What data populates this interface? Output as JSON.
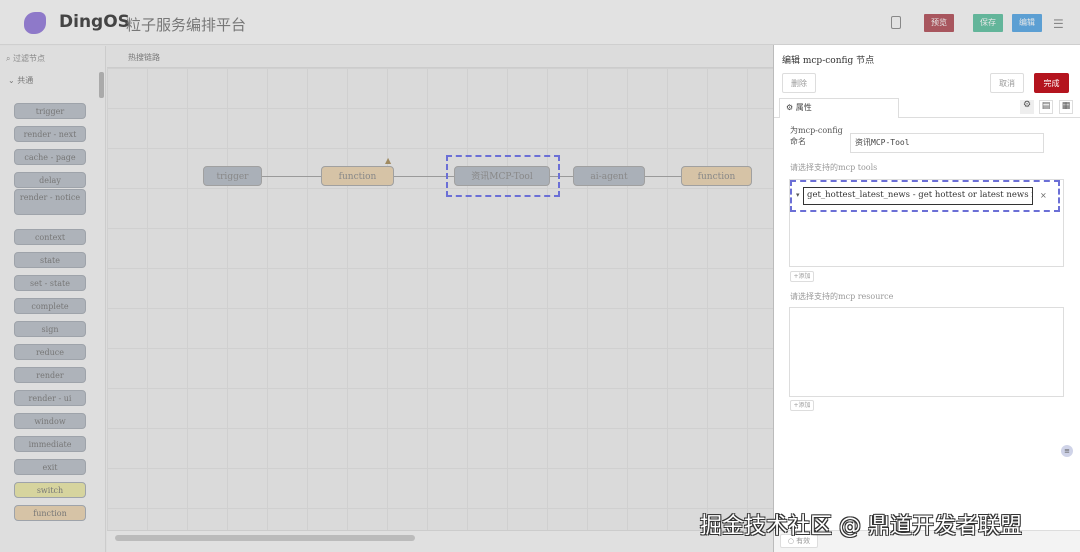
{
  "header": {
    "brand": "DingOS",
    "subtitle": "粒子服务编排平台",
    "buttons": [
      {
        "label": "预览",
        "color": "#a8565e"
      },
      {
        "label": "保存",
        "color": "#63b59a"
      },
      {
        "label": "编辑",
        "color": "#5c9fd3"
      }
    ]
  },
  "palette": {
    "filter_placeholder": "过滤节点",
    "category": "共通",
    "nodes": [
      "trigger",
      "render - next",
      "cache - page",
      "delay",
      "render - notice",
      "context",
      "state",
      "set - state",
      "complete",
      "sign",
      "reduce",
      "render",
      "render - ui",
      "window",
      "immediate",
      "exit",
      "switch",
      "function"
    ]
  },
  "canvas": {
    "tab": "热搜链路",
    "nodes": [
      "trigger",
      "function",
      "资讯MCP-Tool",
      "ai-agent",
      "function"
    ]
  },
  "panel": {
    "title": "编辑 mcp-config 节点",
    "delete": "删除",
    "cancel": "取消",
    "done": "完成",
    "tab": "属性",
    "name_label": "为mcp-config 命名",
    "name_value": "资讯MCP-Tool",
    "tools_label": "请选择支持的mcp tools",
    "tool_value": "get_hottest_latest_news - get hottest or latest news from",
    "add": "添加",
    "resource_label": "请选择支持的mcp resource",
    "add2": "添加",
    "enabled": "有效"
  },
  "watermark": "掘金技术社区 @ 鼎道开发者联盟"
}
